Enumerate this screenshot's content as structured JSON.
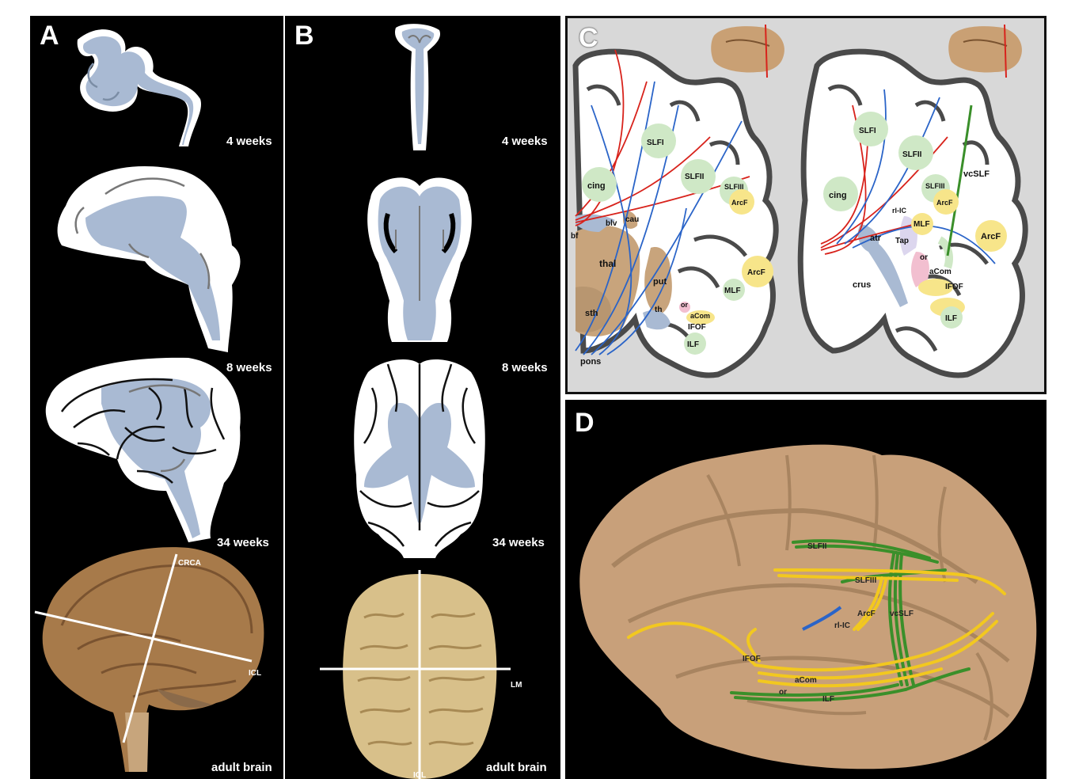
{
  "panel_a": {
    "letter": "A",
    "stages": [
      "4 weeks",
      "8 weeks",
      "34 weeks",
      "adult brain"
    ],
    "lines": [
      "CRCA",
      "ICL"
    ]
  },
  "panel_b": {
    "letter": "B",
    "stages": [
      "4 weeks",
      "8 weeks",
      "34 weeks",
      "adult brain"
    ],
    "lines": [
      "LM",
      "ICL"
    ]
  },
  "panel_c": {
    "letter": "C",
    "left_labels": [
      "SLFI",
      "SLFII",
      "SLFIII",
      "ArcF",
      "cing",
      "cau",
      "blv",
      "bf",
      "thal",
      "put",
      "sth",
      "th",
      "or",
      "aCom",
      "IFOF",
      "MLF",
      "ArcF",
      "ILF",
      "pons"
    ],
    "right_labels": [
      "SLFI",
      "SLFII",
      "vcSLF",
      "SLFIII",
      "ArcF",
      "cing",
      "rl-IC",
      "MLF",
      "atr",
      "Tap",
      "or",
      "ArcF",
      "aCom",
      "IFOF",
      "crus",
      "ILF"
    ]
  },
  "panel_d": {
    "letter": "D",
    "labels": [
      "SLFII",
      "SLFIII",
      "ArcF",
      "vcSLF",
      "rl-IC",
      "IFOF",
      "aCom",
      "or",
      "ILF"
    ]
  },
  "colors": {
    "embryo_fill": "#ffffff",
    "ventricle": "#a9bad3",
    "brain_tan": "#c9a074",
    "gray_matter": "#4a4a4a",
    "fiber_red": "#d8231c",
    "fiber_blue": "#2a64c8",
    "fiber_green": "#3a8f2a",
    "fiber_yellow": "#f2c81f",
    "bundle_green": "#cfe8c6",
    "bundle_yellow": "#f7e58a",
    "deep_tan": "#c8a47c"
  }
}
